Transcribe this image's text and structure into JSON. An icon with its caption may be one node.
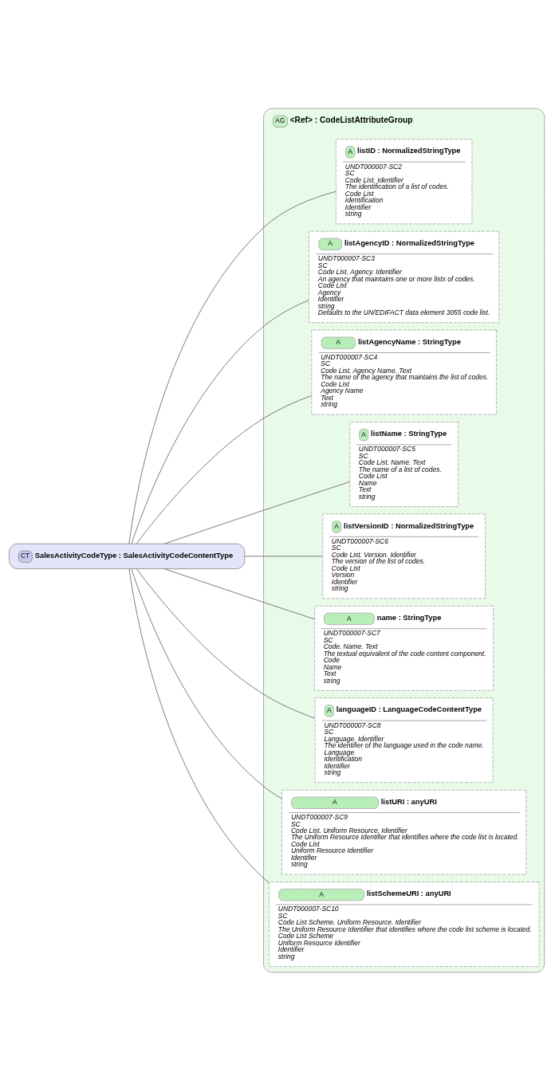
{
  "diagram": {
    "nodes": [
      {
        "text": [
          "CT",
          "SalesActivityCodeType : SalesActivityCodeContentType"
        ]
      },
      {
        "text": [
          "AG",
          "<Ref> : CodeListAttributeGroup"
        ]
      },
      {
        "text": [
          "A",
          "listID : NormalizedStringType",
          "UNDT000007-SC2",
          "SC",
          "Code List. Identifier",
          "The identification of a list of codes.",
          "Code List",
          "Identification",
          "Identifier",
          "string"
        ],
        "in": 1
      },
      {
        "text": [
          "A",
          "listAgencyID : NormalizedStringType",
          "UNDT000007-SC3",
          "SC",
          "Code List. Agency. Identifier",
          "An agency that maintains one or more lists of codes.",
          "Code List",
          "Agency",
          "Identifier",
          "string",
          "Defaults to the UN/EDIFACT data element 3055 code list."
        ],
        "in": 1
      },
      {
        "text": [
          "A",
          "listAgencyName : StringType",
          "UNDT000007-SC4",
          "SC",
          "Code List. Agency Name. Text",
          "The name of the agency that maintains the list of codes.",
          "Code List",
          "Agency Name",
          "Text",
          "string"
        ],
        "in": 1
      },
      {
        "text": [
          "A",
          "listName : StringType",
          "UNDT000007-SC5",
          "SC",
          "Code List. Name. Text",
          "The name of a list of codes.",
          "Code List",
          "Name",
          "Text",
          "string"
        ],
        "in": 1
      },
      {
        "text": [
          "A",
          "listVersionID : NormalizedStringType",
          "UNDT000007-SC6",
          "SC",
          "Code List. Version. Identifier",
          "The version of the list of codes.",
          "Code List",
          "Version",
          "Identifier",
          "string"
        ],
        "in": 1
      },
      {
        "text": [
          "A",
          "name : StringType",
          "UNDT000007-SC7",
          "SC",
          "Code. Name. Text",
          "The textual equivalent of the code content component.",
          "Code",
          "Name",
          "Text",
          "string"
        ],
        "in": 1
      },
      {
        "text": [
          "A",
          "languageID : LanguageCodeContentType",
          "UNDT000007-SC8",
          "SC",
          "Language. Identifier",
          "The identifier of the language used in the code name.",
          "Language",
          "Identification",
          "Identifier",
          "string"
        ],
        "in": 1
      },
      {
        "text": [
          "A",
          "listURI : anyURI",
          "UNDT000007-SC9",
          "SC",
          "Code List. Uniform Resource. Identifier",
          "The Uniform Resource Identifier that identifies where the code list is located.",
          "Code List",
          "Uniform Resource Identifier",
          "Identifier",
          "string"
        ],
        "in": 1
      },
      {
        "text": [
          "A",
          "listSchemeURI : anyURI",
          "UNDT000007-SC10",
          "SC",
          "Code List Scheme. Uniform Resource. Identifier",
          "The Uniform Resource Identifier that identifies where the code list scheme is located.",
          "Code List Scheme",
          "Uniform Resource Identifier",
          "Identifier",
          "string"
        ],
        "in": 1
      }
    ],
    "edges": [
      {
        "from": 0,
        "to": 2,
        "arrow": "none"
      },
      {
        "from": 0,
        "to": 3,
        "arrow": "none"
      },
      {
        "from": 0,
        "to": 4,
        "arrow": "none"
      },
      {
        "from": 0,
        "to": 5,
        "arrow": "none"
      },
      {
        "from": 0,
        "to": 6,
        "arrow": "none"
      },
      {
        "from": 0,
        "to": 7,
        "arrow": "none"
      },
      {
        "from": 0,
        "to": 8,
        "arrow": "none"
      },
      {
        "from": 0,
        "to": 9,
        "arrow": "none"
      },
      {
        "from": 0,
        "to": 10,
        "arrow": "none"
      }
    ]
  }
}
